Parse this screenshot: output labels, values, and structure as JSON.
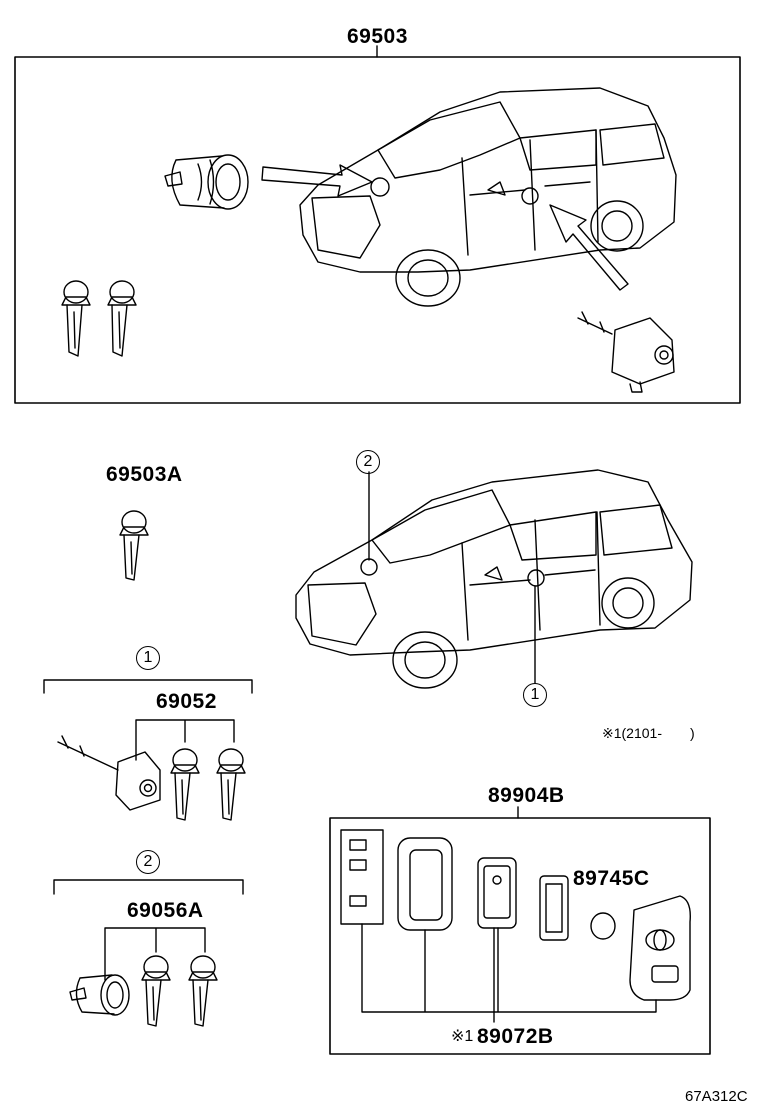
{
  "labels": {
    "p69503": "69503",
    "p69503A": "69503A",
    "p69052": "69052",
    "p69056A": "69056A",
    "p89904B": "89904B",
    "p89745C": "89745C",
    "p89072B_mark": "※1",
    "p89072B": "89072B",
    "footnote": "※1(2101-　　)",
    "code": "67A312C"
  },
  "callouts": {
    "one": "1",
    "two": "2"
  }
}
